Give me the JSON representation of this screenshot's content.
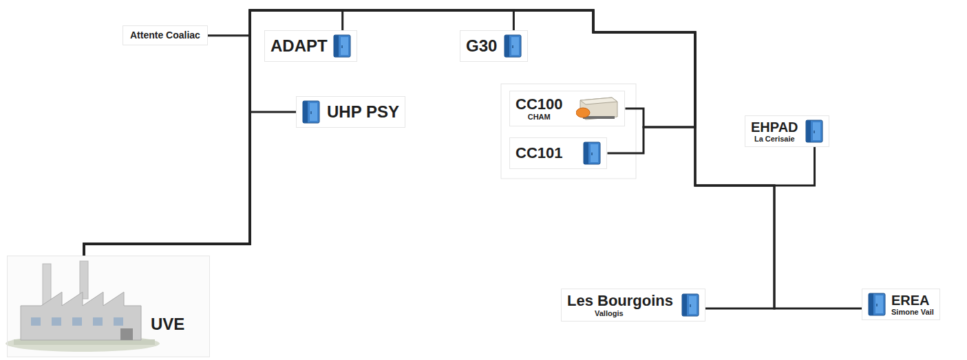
{
  "diagram": {
    "nodes": [
      {
        "text": [
          "Attente Coaliac"
        ]
      },
      {
        "text": [
          "ADAPT"
        ]
      },
      {
        "text": [
          "G30"
        ]
      },
      {
        "text": [
          "UHP PSY"
        ]
      },
      {
        "text": [
          "CC100",
          "CHAM"
        ]
      },
      {
        "text": [
          "CC101"
        ]
      },
      {
        "text": [
          "EHPAD",
          "La Cerisaie"
        ]
      },
      {
        "text": [
          "Les Bourgoins",
          "Vallogis"
        ]
      },
      {
        "text": [
          "EREA",
          "Simone Vail"
        ]
      },
      {
        "text": [
          "UVE"
        ]
      }
    ],
    "edges": [
      {
        "from": 9,
        "to": 0,
        "arrow": "none"
      },
      {
        "from": 9,
        "to": 1,
        "arrow": "none"
      },
      {
        "from": 9,
        "to": 2,
        "arrow": "none"
      },
      {
        "from": 9,
        "to": 3,
        "arrow": "none"
      },
      {
        "from": 9,
        "to": 4,
        "arrow": "none"
      },
      {
        "from": 9,
        "to": 5,
        "arrow": "none"
      },
      {
        "from": 9,
        "to": 6,
        "arrow": "none"
      },
      {
        "from": 9,
        "to": 7,
        "arrow": "none"
      },
      {
        "from": 9,
        "to": 8,
        "arrow": "none"
      }
    ]
  }
}
